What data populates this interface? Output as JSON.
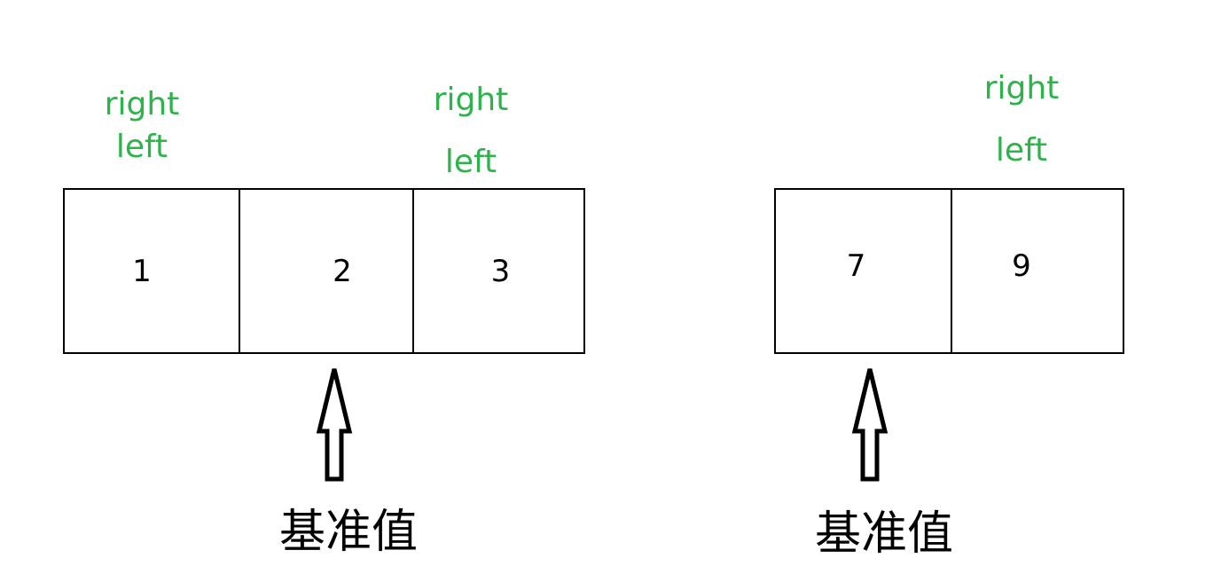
{
  "diagrams": [
    {
      "pointers": [
        {
          "label": "right"
        },
        {
          "label": "left"
        },
        {
          "label": "right"
        },
        {
          "label": "left"
        }
      ],
      "cells": [
        "1",
        "2",
        "3"
      ],
      "pivot_label": "基准值"
    },
    {
      "pointers": [
        {
          "label": "right"
        },
        {
          "label": "left"
        }
      ],
      "cells": [
        "7",
        "9"
      ],
      "pivot_label": "基准值"
    }
  ],
  "colors": {
    "pointer_text": "#2db34a",
    "outline": "#000000",
    "background": "#ffffff"
  },
  "icons": {
    "pivot_marker": "up-arrow-icon"
  }
}
